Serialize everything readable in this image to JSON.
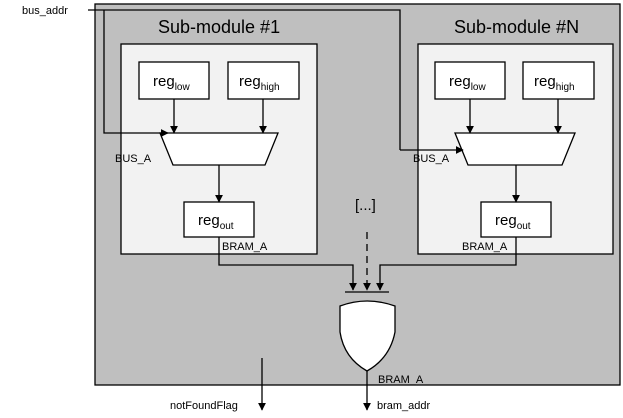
{
  "diagram": {
    "inputs": {
      "bus_addr": "bus_addr"
    },
    "outputs": {
      "not_found_flag": "notFoundFlag",
      "bram_addr": "bram_addr"
    },
    "ellipsis": "[...]",
    "or_gate_port": "BRAM_A",
    "modules": [
      {
        "title": "Sub-module #1",
        "bus_port": "BUS_A",
        "bram_port": "BRAM_A",
        "reg_base": "reg",
        "reg_low_sub": "low",
        "reg_high_sub": "high",
        "reg_out_sub": "out"
      },
      {
        "title": "Sub-module #N",
        "bus_port": "BUS_A",
        "bram_port": "BRAM_A",
        "reg_base": "reg",
        "reg_low_sub": "low",
        "reg_high_sub": "high",
        "reg_out_sub": "out"
      }
    ]
  }
}
